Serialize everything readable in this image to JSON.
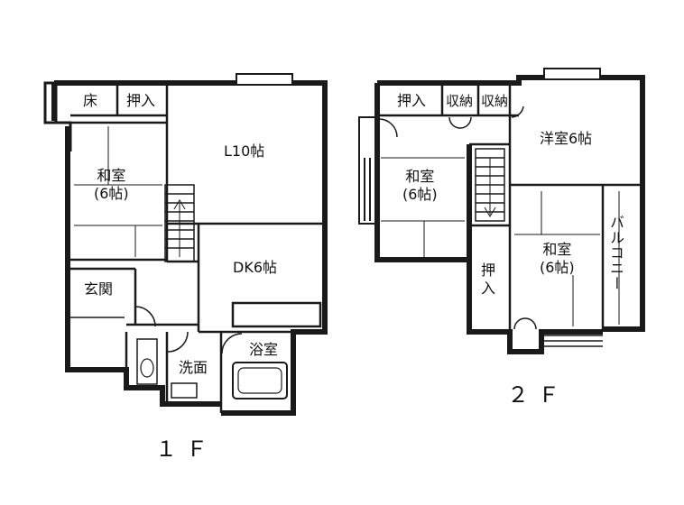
{
  "floors": [
    {
      "label": "１Ｆ",
      "rooms": {
        "toko": "床",
        "oshiire": "押入",
        "washitsu": "和室\n(6帖)",
        "living": "L10帖",
        "dining_kitchen": "DK6帖",
        "genkan": "玄関",
        "senmen": "洗面",
        "yokushitsu": "浴室"
      }
    },
    {
      "label": "２Ｆ",
      "rooms": {
        "oshiire_top": "押入",
        "shuno_1": "収納",
        "shuno_2": "収納",
        "yoshitsu": "洋室6帖",
        "washitsu_left": "和室\n(6帖)",
        "washitsu_right": "和室\n(6帖)",
        "oshiire_side": "押\n入",
        "balcony": "バルコニー"
      }
    }
  ],
  "colors": {
    "wall": "#1a1a1a",
    "line": "#222222",
    "background": "#ffffff"
  }
}
